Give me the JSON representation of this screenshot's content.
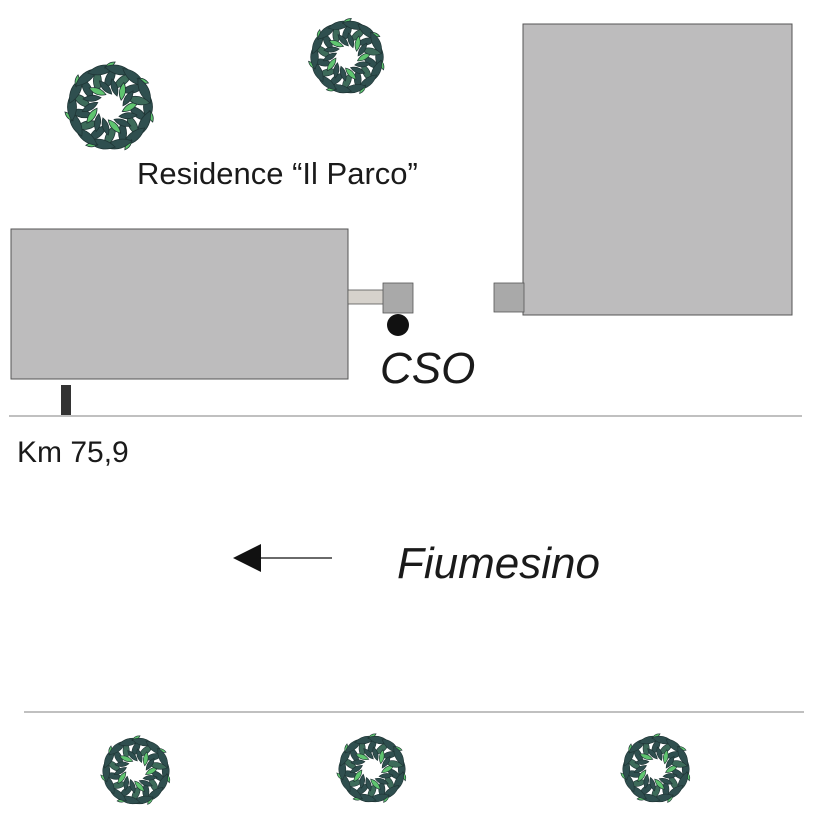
{
  "labels": {
    "residence": "Residence “Il Parco”",
    "outfall": "CSO",
    "kilometer": "Km 75,9",
    "river": "Fiumesino"
  },
  "icons": {
    "tree": "tree-crown-icon",
    "flow_direction": "arrow-left-icon"
  },
  "colors": {
    "building_fill": "#bdbcbd",
    "building_stroke": "#555555",
    "pipe_fill": "#d6d2cc",
    "manhole_fill": "#a9a9a9",
    "outfall_point": "#111111",
    "km_marker": "#333333",
    "bank_line": "#9a9a9a",
    "leaf_dark": "#2f4f4f",
    "leaf_mid": "#3d6b5a",
    "leaf_light": "#5fc46f",
    "arrow": "#111111"
  }
}
